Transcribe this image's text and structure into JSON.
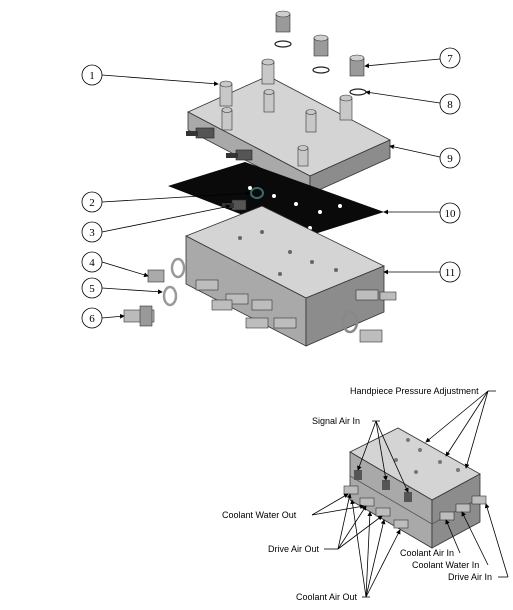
{
  "callouts": [
    {
      "id": "1",
      "label": "1"
    },
    {
      "id": "2",
      "label": "2"
    },
    {
      "id": "3",
      "label": "3"
    },
    {
      "id": "4",
      "label": "4"
    },
    {
      "id": "5",
      "label": "5"
    },
    {
      "id": "6",
      "label": "6"
    },
    {
      "id": "7",
      "label": "7"
    },
    {
      "id": "8",
      "label": "8"
    },
    {
      "id": "9",
      "label": "9"
    },
    {
      "id": "10",
      "label": "10"
    },
    {
      "id": "11",
      "label": "11"
    }
  ],
  "labels": {
    "handpiece_pressure": "Handpiece Pressure Adjustment",
    "signal_air_in": "Signal Air In",
    "coolant_water_out": "Coolant Water Out",
    "drive_air_out": "Drive Air Out",
    "coolant_air_out": "Coolant Air Out",
    "coolant_air_in": "Coolant Air In",
    "coolant_water_in": "Coolant Water In",
    "drive_air_in": "Drive Air In"
  },
  "colors": {
    "block_top": "#d4d4d4",
    "block_front": "#a9a9a9",
    "block_side": "#8c8c8c",
    "gasket": "#0a0a0a",
    "metal": "#bdbdbd"
  }
}
